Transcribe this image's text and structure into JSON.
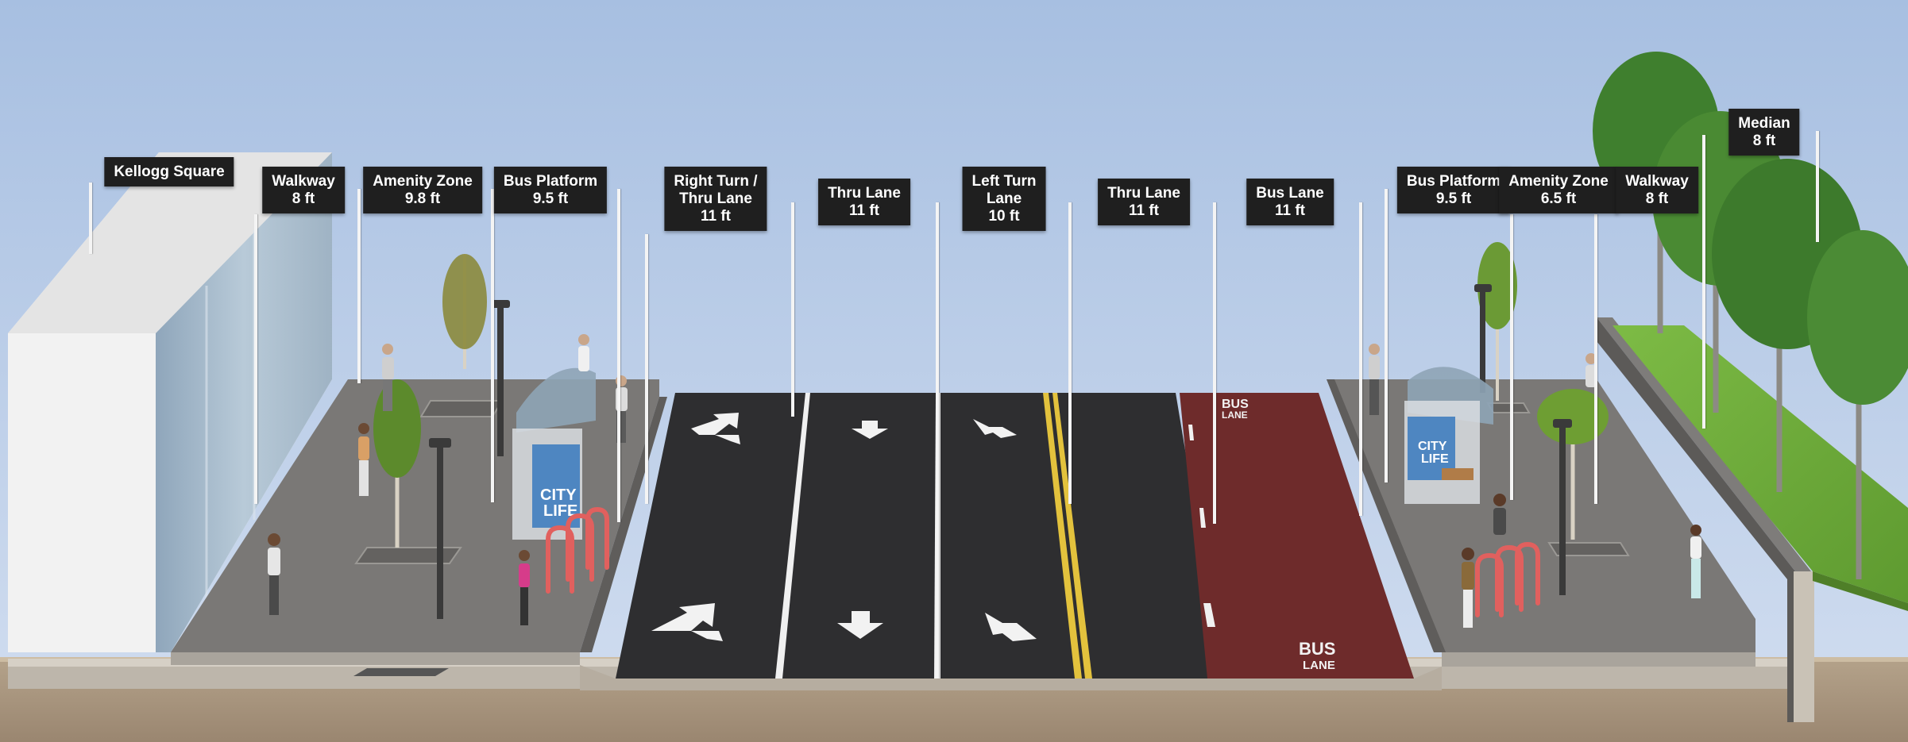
{
  "colors": {
    "sky_top": "#a9c0e2",
    "sky_bottom": "#cfdcee",
    "asphalt": "#2f2f31",
    "bus_lane": "#6e2a2a",
    "sidewalk": "#7c7a77",
    "grass": "#6fae3a",
    "soil": "#a89680",
    "lane_white": "#f2f2f2",
    "median_yellow": "#e3c23d",
    "bike_rack": "#e1605e",
    "label_bg": "#1f1f1f"
  },
  "labels": [
    {
      "id": "kellogg-square",
      "lines": [
        "Kellogg Square"
      ]
    },
    {
      "id": "walkway-left",
      "lines": [
        "Walkway",
        "8 ft"
      ]
    },
    {
      "id": "amenity-zone-left",
      "lines": [
        "Amenity Zone",
        "9.8 ft"
      ]
    },
    {
      "id": "bus-platform-left",
      "lines": [
        "Bus Platform",
        "9.5 ft"
      ]
    },
    {
      "id": "right-turn-thru-lane",
      "lines": [
        "Right Turn /",
        "Thru Lane",
        "11 ft"
      ]
    },
    {
      "id": "thru-lane-1",
      "lines": [
        "Thru Lane",
        "11 ft"
      ]
    },
    {
      "id": "left-turn-lane",
      "lines": [
        "Left Turn",
        "Lane",
        "10 ft"
      ]
    },
    {
      "id": "thru-lane-2",
      "lines": [
        "Thru Lane",
        "11 ft"
      ]
    },
    {
      "id": "bus-lane",
      "lines": [
        "Bus Lane",
        "11 ft"
      ]
    },
    {
      "id": "bus-platform-right",
      "lines": [
        "Bus Platform",
        "9.5 ft"
      ]
    },
    {
      "id": "amenity-zone-right",
      "lines": [
        "Amenity Zone",
        "6.5 ft"
      ]
    },
    {
      "id": "walkway-right",
      "lines": [
        "Walkway",
        "8 ft"
      ]
    },
    {
      "id": "median",
      "lines": [
        "Median",
        "8 ft"
      ]
    }
  ],
  "road_markings": {
    "bus_lane_text": [
      "BUS",
      "LANE"
    ]
  },
  "shelter_sign": {
    "lines": [
      "CITY",
      "LIFE"
    ]
  },
  "icons": [
    "turn-arrow-icon",
    "down-arrow-icon",
    "bus-shelter-icon",
    "bike-rack-icon",
    "street-lamp-icon",
    "tree-icon",
    "pedestrian-icon"
  ]
}
